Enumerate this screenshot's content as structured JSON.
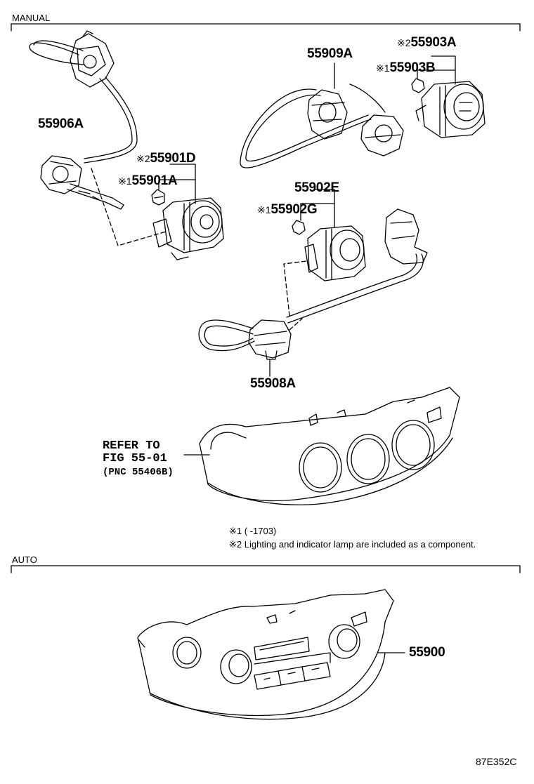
{
  "sections": {
    "manual": "MANUAL",
    "auto": "AUTO"
  },
  "parts": {
    "p55906A": "55906A",
    "p55901D": "55901D",
    "p55901A": "55901A",
    "p55909A": "55909A",
    "p55903A": "55903A",
    "p55903B": "55903B",
    "p55902E": "55902E",
    "p55902G": "55902G",
    "p55908A": "55908A",
    "p55900": "55900"
  },
  "marks": {
    "m1": "※1",
    "m2": "※2"
  },
  "reference": {
    "line1": "REFER TO",
    "line2": "FIG 55-01",
    "line3": "(PNC 55406B)"
  },
  "notes": {
    "note1": "※1 (    -1703)",
    "note2": "※2 Lighting and indicator lamp are included as a component."
  },
  "figure_code": "87E352C"
}
